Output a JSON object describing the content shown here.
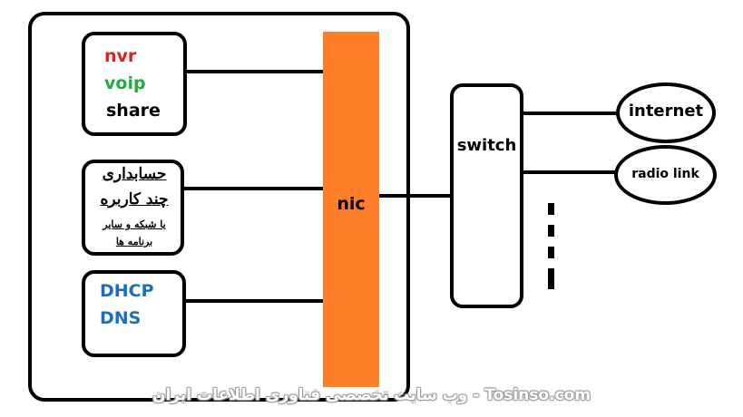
{
  "colors": {
    "nvr": "#e02020",
    "voip": "#22aa44",
    "share": "#000000",
    "dhcp_dns": "#1a6fbf",
    "nic_bar": "#fd7f29"
  },
  "services": {
    "nvr": "nvr",
    "voip": "voip",
    "share": "share"
  },
  "apps": {
    "line1": "حسابداری",
    "line2": "چند کاربره",
    "line3": "یا شبکه و سایر",
    "line4": "برنامه ها"
  },
  "network_services": {
    "dhcp": "DHCP",
    "dns": "DNS"
  },
  "nic": "nic",
  "switch": "switch",
  "internet": "internet",
  "radio_link": "radio link",
  "watermark": "وب سایت تخصصی فناوری اطلاعات ایران - Tosinso.com"
}
